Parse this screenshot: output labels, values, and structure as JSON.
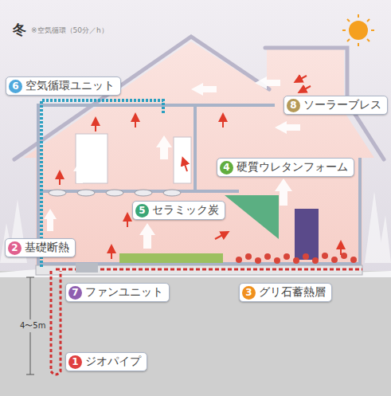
{
  "diagram": {
    "title": "冬",
    "nodes": [
      {
        "text": [
          "6",
          "空気循環ユニット"
        ]
      },
      {
        "text": [
          "8",
          "ソーラーブレス"
        ]
      },
      {
        "text": [
          "4",
          "硬質ウレタンフォーム"
        ]
      },
      {
        "text": [
          "5",
          "セラミック炭"
        ]
      },
      {
        "text": [
          "2",
          "基礎断熱"
        ]
      },
      {
        "text": [
          "7",
          "ファンユニット"
        ]
      },
      {
        "text": [
          "3",
          "グリ石蓄熱層"
        ]
      },
      {
        "text": [
          "1",
          "ジオパイプ"
        ]
      }
    ],
    "labels": [
      "※空気循環（50分／h）",
      "4〜5m"
    ]
  }
}
